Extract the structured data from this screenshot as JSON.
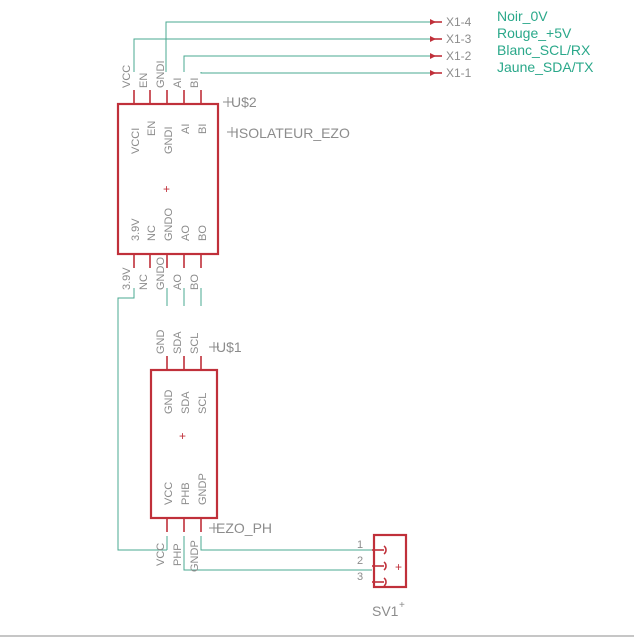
{
  "signals": [
    "Noir_0V",
    "Rouge_+5V",
    "Blanc_SCL/RX",
    "Jaune_SDA/TX"
  ],
  "x1": {
    "pins": [
      "X1-4",
      "X1-3",
      "X1-2",
      "X1-1"
    ]
  },
  "isolator": {
    "name": "U$2",
    "value": "ISOLATEUR_EZO",
    "top_outer": [
      "VCC",
      "EN",
      "GNDI",
      "AI",
      "BI"
    ],
    "top_inner": [
      "VCCI",
      "EN",
      "GNDI",
      "AI",
      "BI"
    ],
    "bottom_inner": [
      "3.9V",
      "NC",
      "GNDO",
      "AO",
      "BO"
    ],
    "bottom_outer": [
      "3.9V",
      "NC",
      "GNDO",
      "AO",
      "BO"
    ]
  },
  "ezo": {
    "name": "U$1",
    "value": "EZO_PH",
    "top_outer": [
      "GND",
      "SDA",
      "SCL"
    ],
    "top_inner": [
      "GND",
      "SDA",
      "SCL"
    ],
    "bottom_inner": [
      "VCC",
      "PHB",
      "GNDP"
    ],
    "bottom_outer": [
      "VCC",
      "PHP",
      "GNDP"
    ]
  },
  "sv1": {
    "name": "SV1",
    "pins": [
      "1",
      "2",
      "3"
    ]
  },
  "colors": {
    "wire": "#4aa890",
    "component": "#c0303a",
    "label": "#8c8c8c",
    "signal": "#2aa88a"
  }
}
